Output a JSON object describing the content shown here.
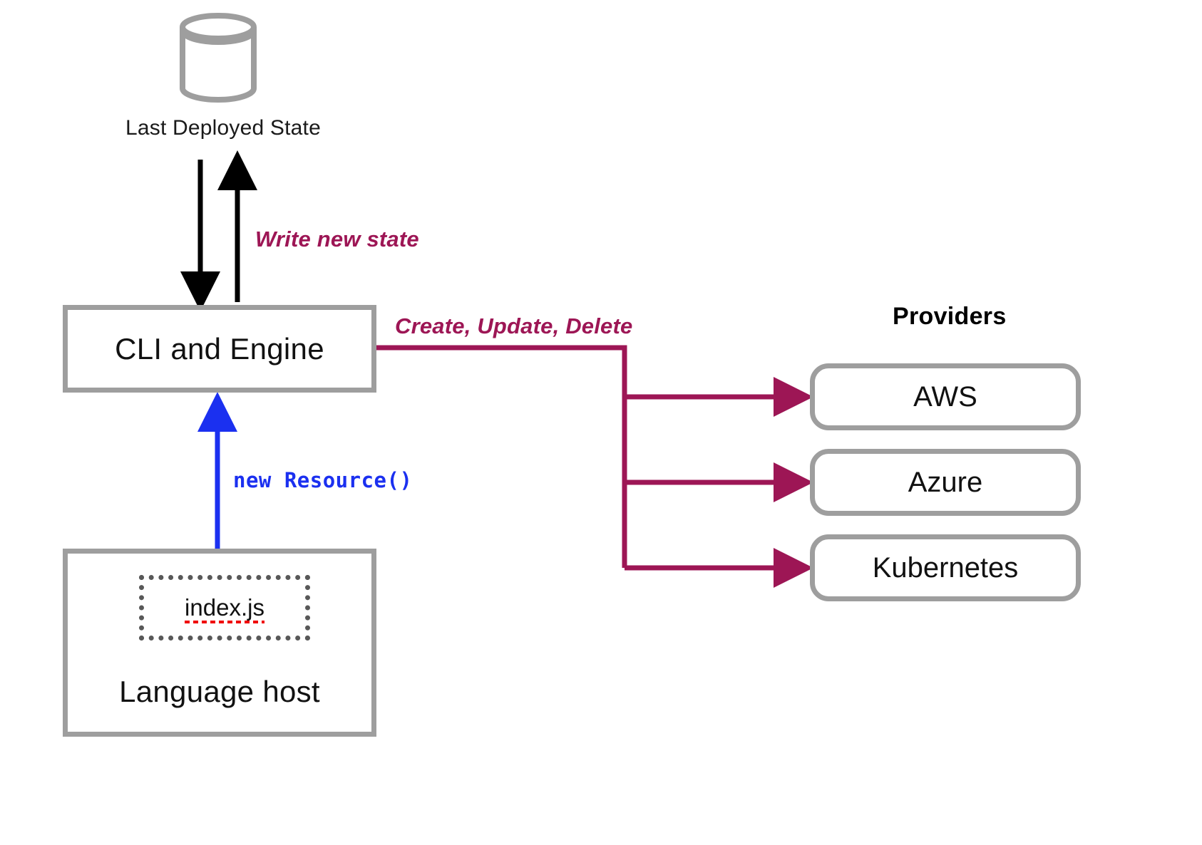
{
  "diagram": {
    "title": "Pulumi architecture diagram",
    "colors": {
      "sketch_gray": "#9e9e9e",
      "magenta": "#9d1655",
      "blue": "#1b30f0",
      "black": "#000000",
      "spellcheck_red": "#f00000",
      "dotted_gray": "#585858",
      "background": "#ffffff"
    },
    "nodes": {
      "state_store": {
        "icon": "database-cylinder-icon",
        "caption": "Last Deployed State"
      },
      "engine": {
        "label": "CLI and Engine"
      },
      "language_host": {
        "label": "Language host",
        "file": "index.js"
      },
      "providers_heading": "Providers",
      "providers": [
        {
          "label": "AWS"
        },
        {
          "label": "Azure"
        },
        {
          "label": "Kubernetes"
        }
      ]
    },
    "edges": {
      "write_new_state": "Write new state",
      "crud": "Create, Update, Delete",
      "new_resource": "new Resource()"
    }
  }
}
